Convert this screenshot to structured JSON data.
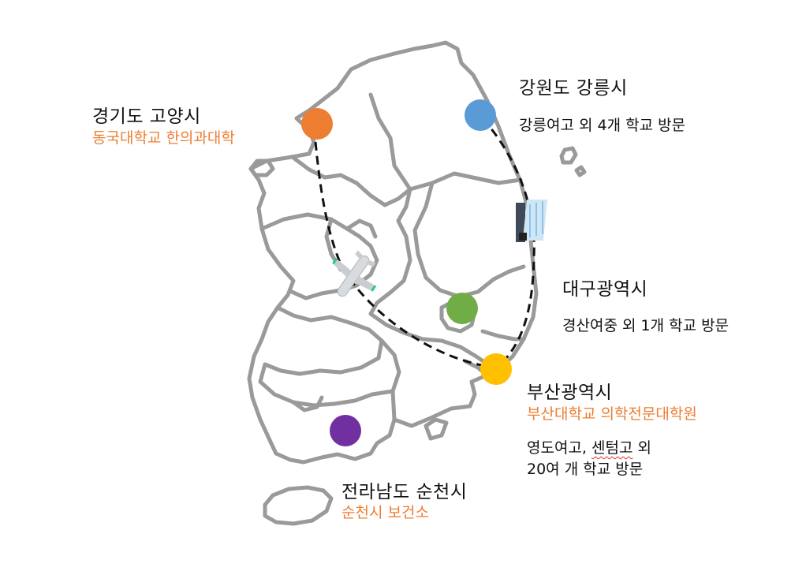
{
  "colors": {
    "gyeonggi_dot": "#ed7d31",
    "gangwon_dot": "#5b9bd5",
    "daegu_dot": "#70ad47",
    "busan_dot": "#ffc000",
    "jeonnam_dot": "#7030a0",
    "highlight_text": "#ed7d31",
    "map_outline": "#9a9a9a"
  },
  "icons": [
    "airplane-icon",
    "train-icon"
  ],
  "locations": {
    "gyeonggi": {
      "title": "경기도 고양시",
      "detail": "동국대학교 한의과대학"
    },
    "gangwon": {
      "title": "강원도 강릉시",
      "detail": "강릉여고 외 4개 학교 방문"
    },
    "daegu": {
      "title": "대구광역시",
      "detail": "경산여중 외 1개 학교 방문"
    },
    "busan": {
      "title": "부산광역시",
      "detail": "부산대학교 의학전문대학원",
      "visit_line1_pre": "영도여고, ",
      "visit_line1_typo": "센텀고",
      "visit_line1_post": " 외",
      "visit_line2": "20여 개 학교 방문"
    },
    "jeonnam": {
      "title": "전라남도 순천시",
      "detail": "순천시 보건소"
    }
  }
}
